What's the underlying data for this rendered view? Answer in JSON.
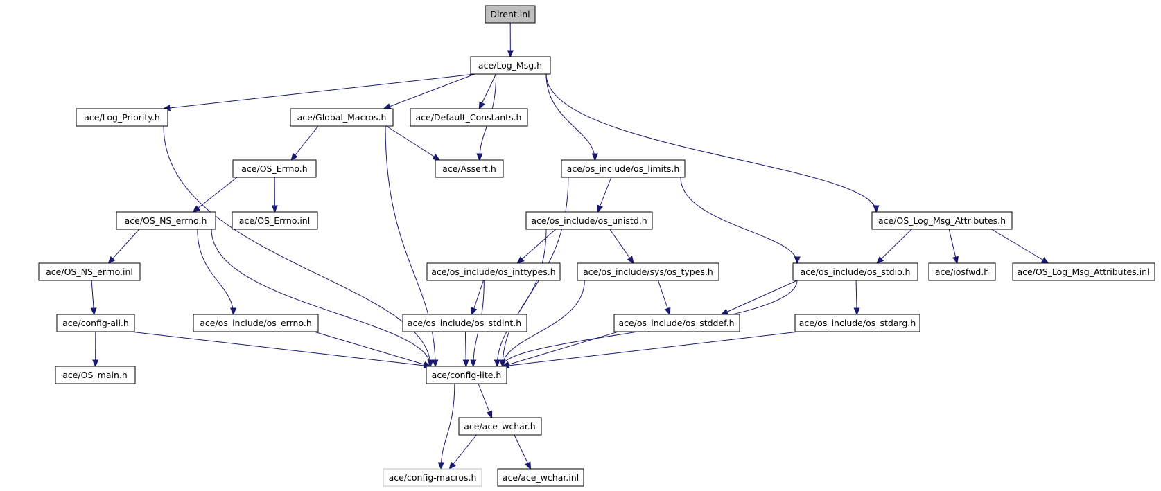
{
  "colors": {
    "edge": "#191970",
    "node_border": "#000000",
    "root_fill": "#bfbfbf",
    "ghost_border": "#bfbfbf"
  },
  "nodes": {
    "dirent_inl": "Dirent.inl",
    "log_msg_h": "ace/Log_Msg.h",
    "log_priority_h": "ace/Log_Priority.h",
    "global_macros_h": "ace/Global_Macros.h",
    "default_constants_h": "ace/Default_Constants.h",
    "os_errno_h": "ace/OS_Errno.h",
    "assert_h": "ace/Assert.h",
    "os_limits_h": "ace/os_include/os_limits.h",
    "os_ns_errno_h": "ace/OS_NS_errno.h",
    "os_errno_inl": "ace/OS_Errno.inl",
    "os_unistd_h": "ace/os_include/os_unistd.h",
    "os_log_msg_attributes_h": "ace/OS_Log_Msg_Attributes.h",
    "os_ns_errno_inl": "ace/OS_NS_errno.inl",
    "os_inttypes_h": "ace/os_include/os_inttypes.h",
    "sys_os_types_h": "ace/os_include/sys/os_types.h",
    "os_stdio_h": "ace/os_include/os_stdio.h",
    "iosfwd_h": "ace/iosfwd.h",
    "os_log_msg_attributes_inl": "ace/OS_Log_Msg_Attributes.inl",
    "config_all_h": "ace/config-all.h",
    "os_include_os_errno_h": "ace/os_include/os_errno.h",
    "os_stdint_h": "ace/os_include/os_stdint.h",
    "os_stddef_h": "ace/os_include/os_stddef.h",
    "os_stdarg_h": "ace/os_include/os_stdarg.h",
    "os_main_h": "ace/OS_main.h",
    "config_lite_h": "ace/config-lite.h",
    "ace_wchar_h": "ace/ace_wchar.h",
    "config_macros_h": "ace/config-macros.h",
    "ace_wchar_inl": "ace/ace_wchar.inl"
  },
  "edges": [
    [
      "dirent_inl",
      "log_msg_h"
    ],
    [
      "log_msg_h",
      "log_priority_h"
    ],
    [
      "log_msg_h",
      "global_macros_h"
    ],
    [
      "log_msg_h",
      "default_constants_h"
    ],
    [
      "log_msg_h",
      "assert_h"
    ],
    [
      "log_msg_h",
      "os_limits_h"
    ],
    [
      "log_msg_h",
      "os_log_msg_attributes_h"
    ],
    [
      "log_priority_h",
      "config_lite_h"
    ],
    [
      "global_macros_h",
      "os_errno_h"
    ],
    [
      "global_macros_h",
      "assert_h"
    ],
    [
      "global_macros_h",
      "config_lite_h"
    ],
    [
      "os_errno_h",
      "os_ns_errno_h"
    ],
    [
      "os_errno_h",
      "os_errno_inl"
    ],
    [
      "os_ns_errno_h",
      "os_ns_errno_inl"
    ],
    [
      "os_ns_errno_h",
      "os_include_os_errno_h"
    ],
    [
      "os_ns_errno_h",
      "config_lite_h"
    ],
    [
      "os_ns_errno_inl",
      "config_all_h"
    ],
    [
      "config_all_h",
      "os_main_h"
    ],
    [
      "config_all_h",
      "config_lite_h"
    ],
    [
      "os_include_os_errno_h",
      "config_lite_h"
    ],
    [
      "os_limits_h",
      "os_unistd_h"
    ],
    [
      "os_limits_h",
      "os_stdio_h"
    ],
    [
      "os_limits_h",
      "config_lite_h"
    ],
    [
      "os_unistd_h",
      "os_inttypes_h"
    ],
    [
      "os_unistd_h",
      "sys_os_types_h"
    ],
    [
      "os_unistd_h",
      "config_lite_h"
    ],
    [
      "os_inttypes_h",
      "os_stdint_h"
    ],
    [
      "os_inttypes_h",
      "config_lite_h"
    ],
    [
      "os_stdint_h",
      "config_lite_h"
    ],
    [
      "sys_os_types_h",
      "os_stddef_h"
    ],
    [
      "sys_os_types_h",
      "config_lite_h"
    ],
    [
      "os_stddef_h",
      "config_lite_h"
    ],
    [
      "os_log_msg_attributes_h",
      "os_stdio_h"
    ],
    [
      "os_log_msg_attributes_h",
      "iosfwd_h"
    ],
    [
      "os_log_msg_attributes_h",
      "os_log_msg_attributes_inl"
    ],
    [
      "os_stdio_h",
      "os_stddef_h"
    ],
    [
      "os_stdio_h",
      "os_stdarg_h"
    ],
    [
      "os_stdio_h",
      "config_lite_h"
    ],
    [
      "os_stdarg_h",
      "config_lite_h"
    ],
    [
      "config_lite_h",
      "ace_wchar_h"
    ],
    [
      "config_lite_h",
      "config_macros_h"
    ],
    [
      "ace_wchar_h",
      "config_macros_h"
    ],
    [
      "ace_wchar_h",
      "ace_wchar_inl"
    ]
  ]
}
